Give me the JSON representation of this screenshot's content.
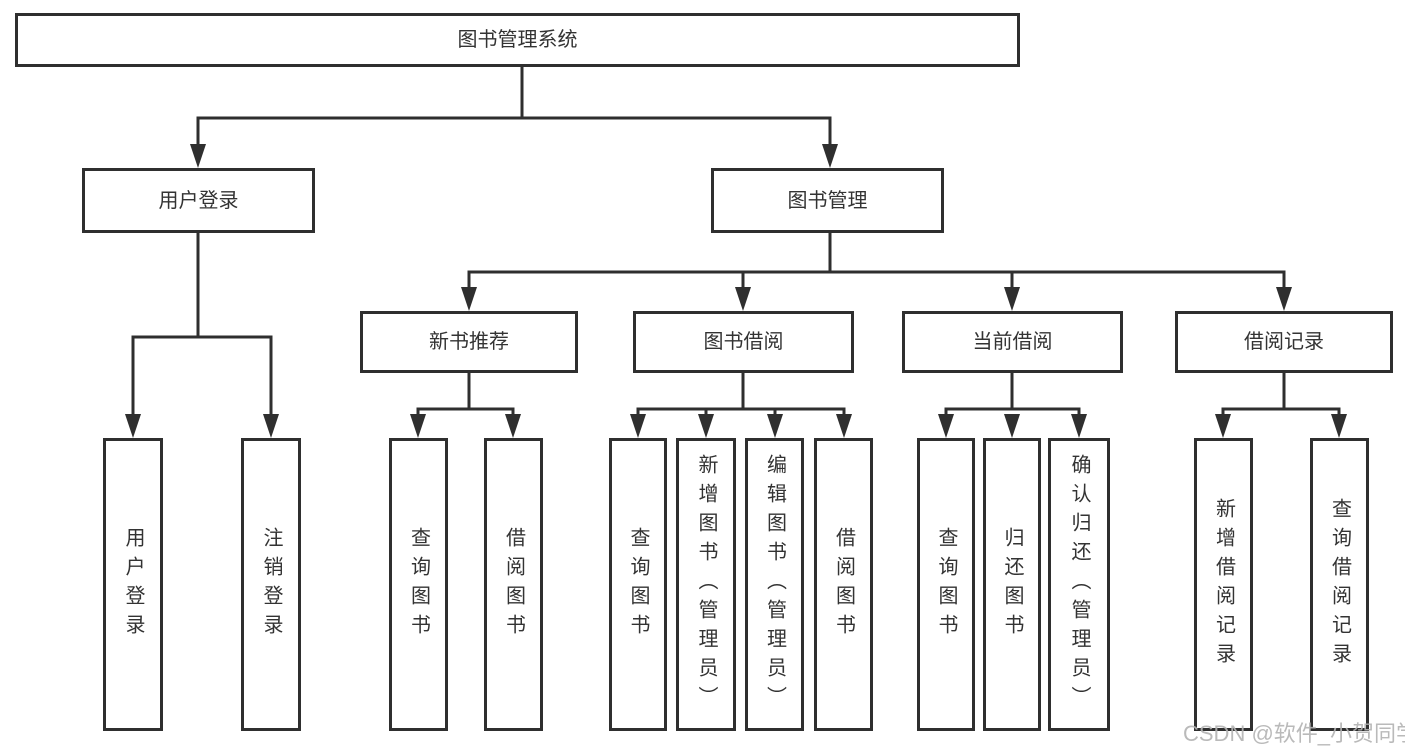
{
  "diagram": {
    "root": {
      "label": "图书管理系统"
    },
    "branches": [
      {
        "label": "用户登录",
        "children": [
          {
            "label": "用户登录"
          },
          {
            "label": "注销登录"
          }
        ]
      },
      {
        "label": "图书管理",
        "children": [
          {
            "label": "新书推荐",
            "children": [
              {
                "label": "查询图书"
              },
              {
                "label": "借阅图书"
              }
            ]
          },
          {
            "label": "图书借阅",
            "children": [
              {
                "label": "查询图书"
              },
              {
                "label": "新增图书（管理员）"
              },
              {
                "label": "编辑图书（管理员）"
              },
              {
                "label": "借阅图书"
              }
            ]
          },
          {
            "label": "当前借阅",
            "children": [
              {
                "label": "查询图书"
              },
              {
                "label": "归还图书"
              },
              {
                "label": "确认归还（管理员）"
              }
            ]
          },
          {
            "label": "借阅记录",
            "children": [
              {
                "label": "新增借阅记录"
              },
              {
                "label": "查询借阅记录"
              }
            ]
          }
        ]
      }
    ]
  },
  "watermark": {
    "text": "CSDN @软件_小贺同学"
  },
  "colors": {
    "line": "#2f2f2f",
    "text": "#333333",
    "box_background": "#ffffff",
    "page_background": "#ffffff",
    "watermark": "#b3b3b3"
  }
}
